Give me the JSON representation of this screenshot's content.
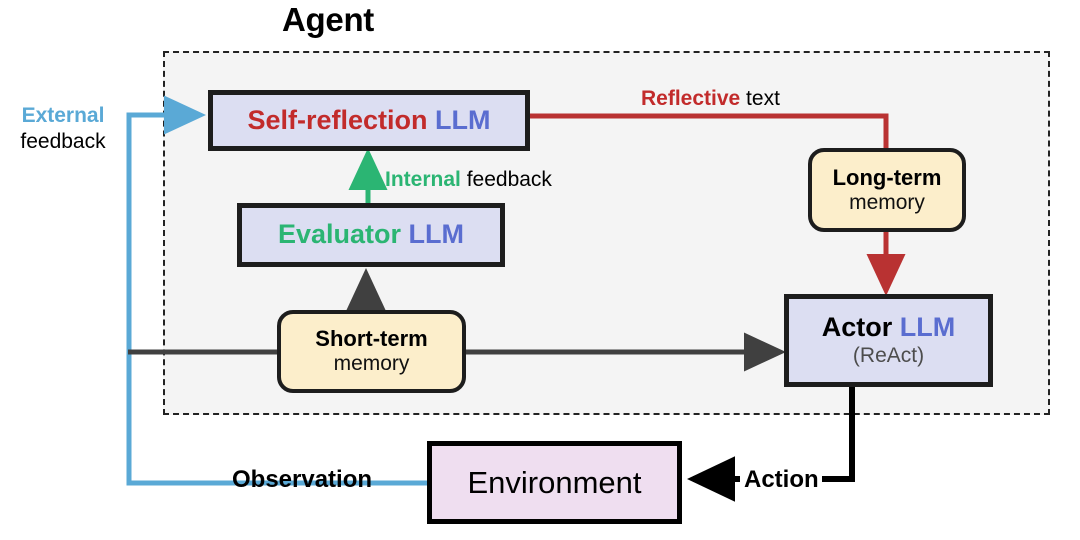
{
  "diagram": {
    "title": "Agent",
    "container_label": "Agent"
  },
  "nodes": {
    "self_reflection": {
      "name": "Self-reflection LLM",
      "part1": "Self-reflection",
      "part2": " LLM"
    },
    "evaluator": {
      "name": "Evaluator LLM",
      "part1": "Evaluator",
      "part2": " LLM"
    },
    "actor": {
      "name": "Actor LLM (ReAct)",
      "part1": "Actor",
      "part2": " LLM",
      "sub": "(ReAct)"
    },
    "short_term_memory": {
      "title": "Short-term",
      "sub": "memory"
    },
    "long_term_memory": {
      "title": "Long-term",
      "sub": "memory"
    },
    "environment": {
      "label": "Environment"
    }
  },
  "edges": {
    "external_feedback": {
      "part1": "External",
      "part2": "feedback",
      "color": "#5aa9d6"
    },
    "internal_feedback": {
      "part1": "Internal",
      "part2": " feedback",
      "color": "#2bb573"
    },
    "reflective_text": {
      "part1": "Reflective",
      "part2": " text",
      "color": "#c22b2b"
    },
    "observation": {
      "label": "Observation",
      "color": "#5aa9d6"
    },
    "action": {
      "label": "Action",
      "color": "#000000"
    },
    "memory_to_actor": {
      "color": "#404040"
    },
    "memory_to_evaluator": {
      "color": "#404040"
    }
  },
  "colors": {
    "llm_box_fill": "#dcdef2",
    "memory_box_fill": "#fceecb",
    "environment_fill": "#efdef0",
    "agent_panel_fill": "#f4f4f4",
    "border_dark": "#1d1d1d",
    "red": "#c22b2b",
    "green": "#2bb573",
    "blue_llm": "#5a6dd0",
    "sky_blue": "#5aa9d6"
  }
}
